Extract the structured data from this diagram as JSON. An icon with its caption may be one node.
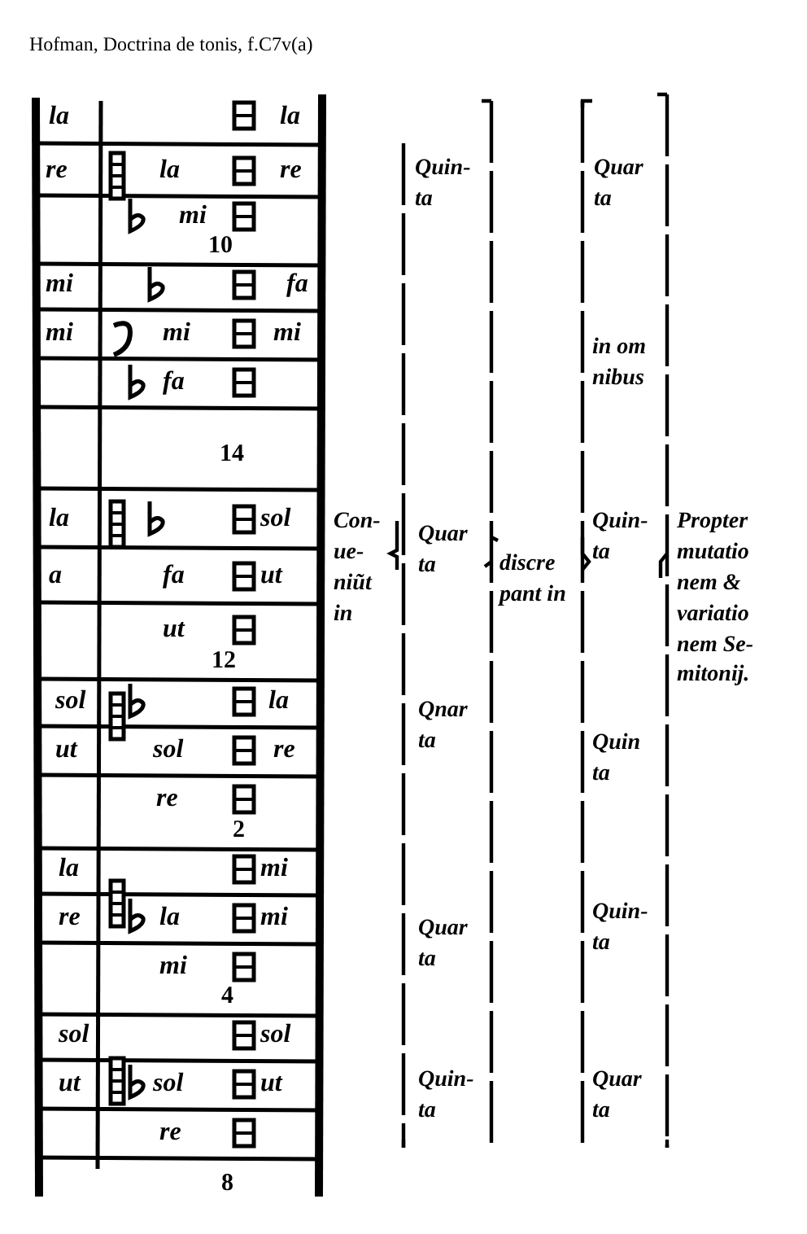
{
  "diagram": {
    "title": "Hofman, Doctrina de tonis, f.C7v(a)",
    "labels": [
      "la",
      "la",
      "re",
      "la",
      "re",
      "mi",
      "mi",
      "10",
      "fa",
      "mi",
      "mi",
      "mi",
      "fa",
      "14",
      "la",
      "sol",
      "a",
      "fa",
      "ut",
      "ut",
      "12",
      "sol",
      "la",
      "ut",
      "sol",
      "re",
      "re",
      "2",
      "la",
      "mi",
      "re",
      "la",
      "mi",
      "mi",
      "4",
      "sol",
      "sol",
      "ut",
      "sol",
      "ut",
      "re",
      "8",
      "Quin- ta",
      "Quar ta",
      "in om nibus",
      "Con- ue- niũt in",
      "Quar ta",
      "discre pant in",
      "Quin- ta",
      "Propter mutatio nem & variatio nem Se- mitonĳ.",
      "Qnar ta",
      "Quin ta",
      "Quar ta",
      "Quin- ta",
      "Quin- ta",
      "Quar ta"
    ]
  }
}
